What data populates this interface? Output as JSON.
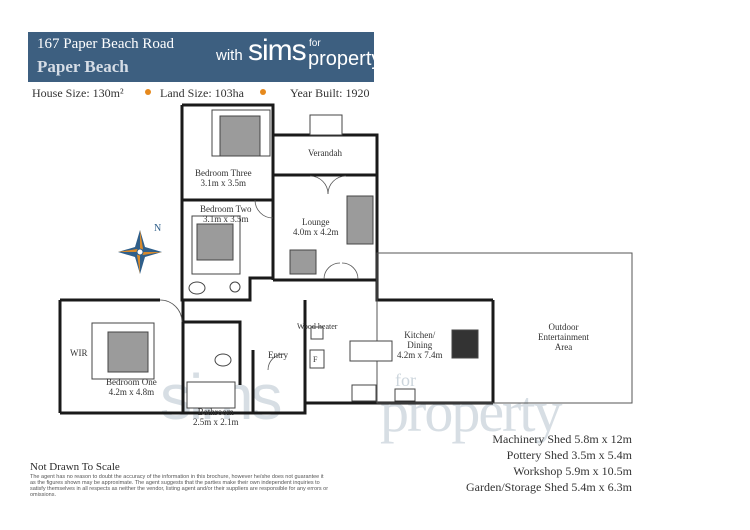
{
  "listing": {
    "address_line1": "167 Paper Beach Road",
    "address_line2": "Paper Beach",
    "with_text": "with",
    "brand_main": "sims",
    "brand_for": "for",
    "brand_property": "property"
  },
  "stats": {
    "house_size": "House Size: 130m²",
    "land_size": "Land Size: 103ha",
    "year_built": "Year Built: 1920"
  },
  "rooms": {
    "bedroom_three": {
      "name": "Bedroom Three",
      "size": "3.1m x 3.5m"
    },
    "verandah": {
      "name": "Verandah"
    },
    "bedroom_two": {
      "name": "Bedroom Two",
      "size": "3.1m x 3.5m"
    },
    "lounge": {
      "name": "Lounge",
      "size": "4.0m x 4.2m"
    },
    "wood_heater": {
      "name": "Wood heater"
    },
    "kitchen": {
      "name": "Kitchen/",
      "name2": "Dining",
      "size": "4.2m x 7.4m"
    },
    "outdoor": {
      "name": "Outdoor",
      "name2": "Entertainment",
      "name3": "Area"
    },
    "wir": {
      "name": "WIR"
    },
    "entry": {
      "name": "Entry"
    },
    "bedroom_one": {
      "name": "Bedroom One",
      "size": "4.2m x 4.8m"
    },
    "bathroom": {
      "name": "Bathroom",
      "size": "2.5m x 2.1m"
    },
    "fridge": {
      "name": "F"
    },
    "compass": {
      "name": "N"
    }
  },
  "sheds": [
    "Machinery Shed 5.8m x 12m",
    "Pottery Shed 3.5m x 5.4m",
    "Workshop 5.9m x 10.5m",
    "Garden/Storage Shed 5.4m x 6.3m"
  ],
  "footer": {
    "not_to_scale": "Not Drawn To Scale",
    "disclaimer": "The agent has no reason to doubt the accuracy of the information in this brochure, however he/she does not guarantee it as the figures shown may be approximate. The agent suggests that the parties make their own independent inquiries to satisfy themselves in all respects as neither the vendor, listing agent and/or their suppliers are responsible for any errors or omissions."
  },
  "watermark": {
    "main": "sims",
    "for": "for",
    "property": "property"
  },
  "colors": {
    "banner": "#3d5f80",
    "accent_dot": "#e6891d",
    "wall": "#1a1a1a",
    "watermark": "#b7c4ce"
  }
}
